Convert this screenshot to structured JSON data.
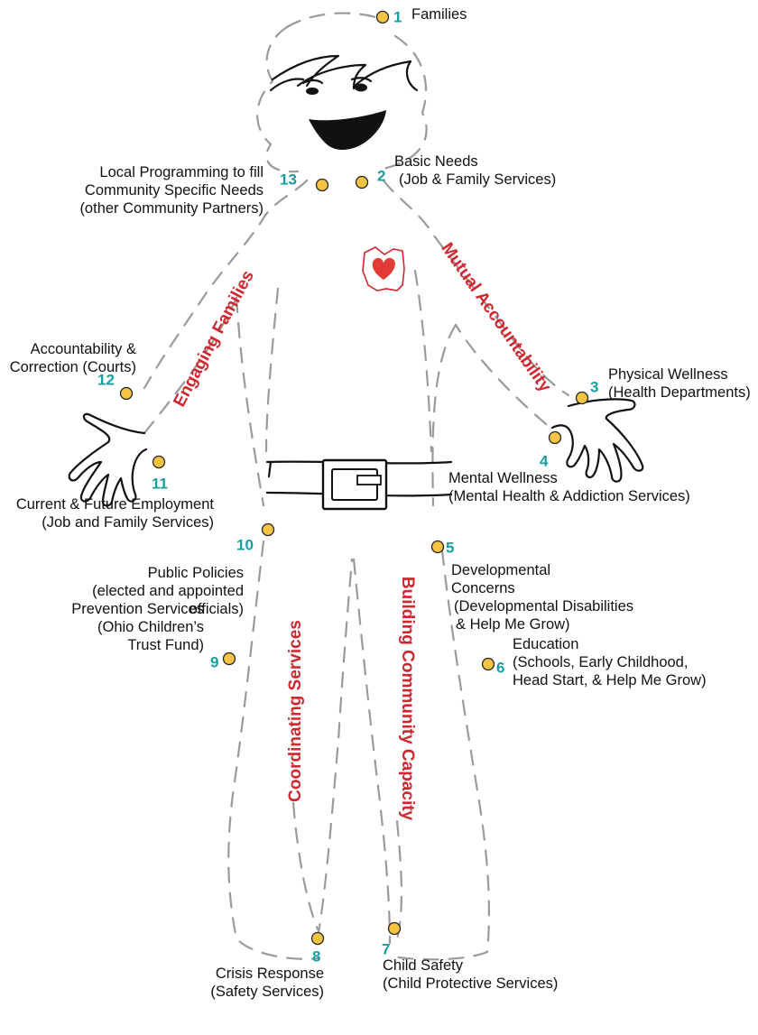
{
  "colors": {
    "number": "#1a9da0",
    "theme": "#d0262e",
    "dot": "#f6c445",
    "heart": "#e23a35",
    "outline": "#9a9a9a"
  },
  "icons": {
    "heart": "heart-in-ohio-outline-icon",
    "buckle": "belt-buckle-icon"
  },
  "themes": {
    "engaging": "Engaging Families",
    "mutual": "Mutual Accountability",
    "coordinating": "Coordinating Services",
    "building": "Building Community Capacity"
  },
  "items": [
    {
      "num": "1",
      "lines": [
        "Families"
      ]
    },
    {
      "num": "2",
      "lines": [
        "Basic Needs",
        "(Job & Family Services)"
      ]
    },
    {
      "num": "3",
      "lines": [
        "Physical Wellness",
        "(Health Departments)"
      ]
    },
    {
      "num": "4",
      "lines": [
        "Mental Wellness",
        "(Mental Health & Addiction Services)"
      ]
    },
    {
      "num": "5",
      "lines": [
        "Developmental",
        "Concerns",
        "(Developmental Disabilities",
        "& Help Me Grow)"
      ]
    },
    {
      "num": "6",
      "lines": [
        "Education",
        "(Schools, Early Childhood,",
        "Head Start, & Help Me Grow)"
      ]
    },
    {
      "num": "7",
      "lines": [
        "Child Safety",
        "(Child Protective Services)"
      ]
    },
    {
      "num": "8",
      "lines": [
        "Crisis Response",
        "(Safety Services)"
      ]
    },
    {
      "num": "9",
      "lines": [
        "Prevention Services",
        "(Ohio Children’s",
        "Trust Fund)"
      ]
    },
    {
      "num": "10",
      "lines": [
        "Public Policies",
        "(elected and appointed",
        "officials)"
      ]
    },
    {
      "num": "11",
      "lines": [
        "Current & Future Employment",
        "(Job and Family Services)"
      ]
    },
    {
      "num": "12",
      "lines": [
        "Accountability &",
        "Correction (Courts)"
      ]
    },
    {
      "num": "13",
      "lines": [
        "Local Programming to fill",
        "Community Specific Needs",
        "(other Community Partners)"
      ]
    }
  ]
}
